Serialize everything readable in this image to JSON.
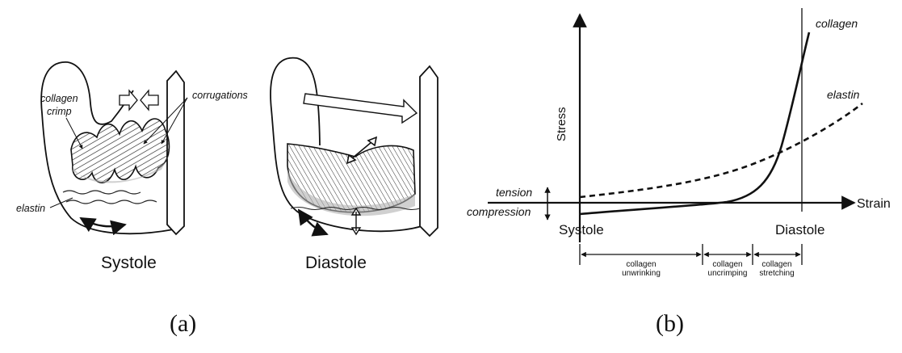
{
  "panel_a": {
    "caption": "(a)",
    "systole": {
      "title": "Systole",
      "labels": {
        "collagen_crimp_line1": "collagen",
        "collagen_crimp_line2": "crimp",
        "corrugations": "corrugations",
        "elastin": "elastin"
      }
    },
    "diastole": {
      "title": "Diastole"
    }
  },
  "panel_b": {
    "caption": "(b)",
    "y_axis_label": "Stress",
    "x_axis_label": "Strain",
    "tension_label": "tension",
    "compression_label": "compression",
    "curve_labels": {
      "collagen": "collagen",
      "elastin": "elastin"
    },
    "x_markers": {
      "systole": "Systole",
      "diastole": "Diastole"
    },
    "phases": [
      {
        "line1": "collagen",
        "line2": "unwrinking"
      },
      {
        "line1": "collagen",
        "line2": "uncrimping"
      },
      {
        "line1": "collagen",
        "line2": "stretching"
      }
    ]
  }
}
